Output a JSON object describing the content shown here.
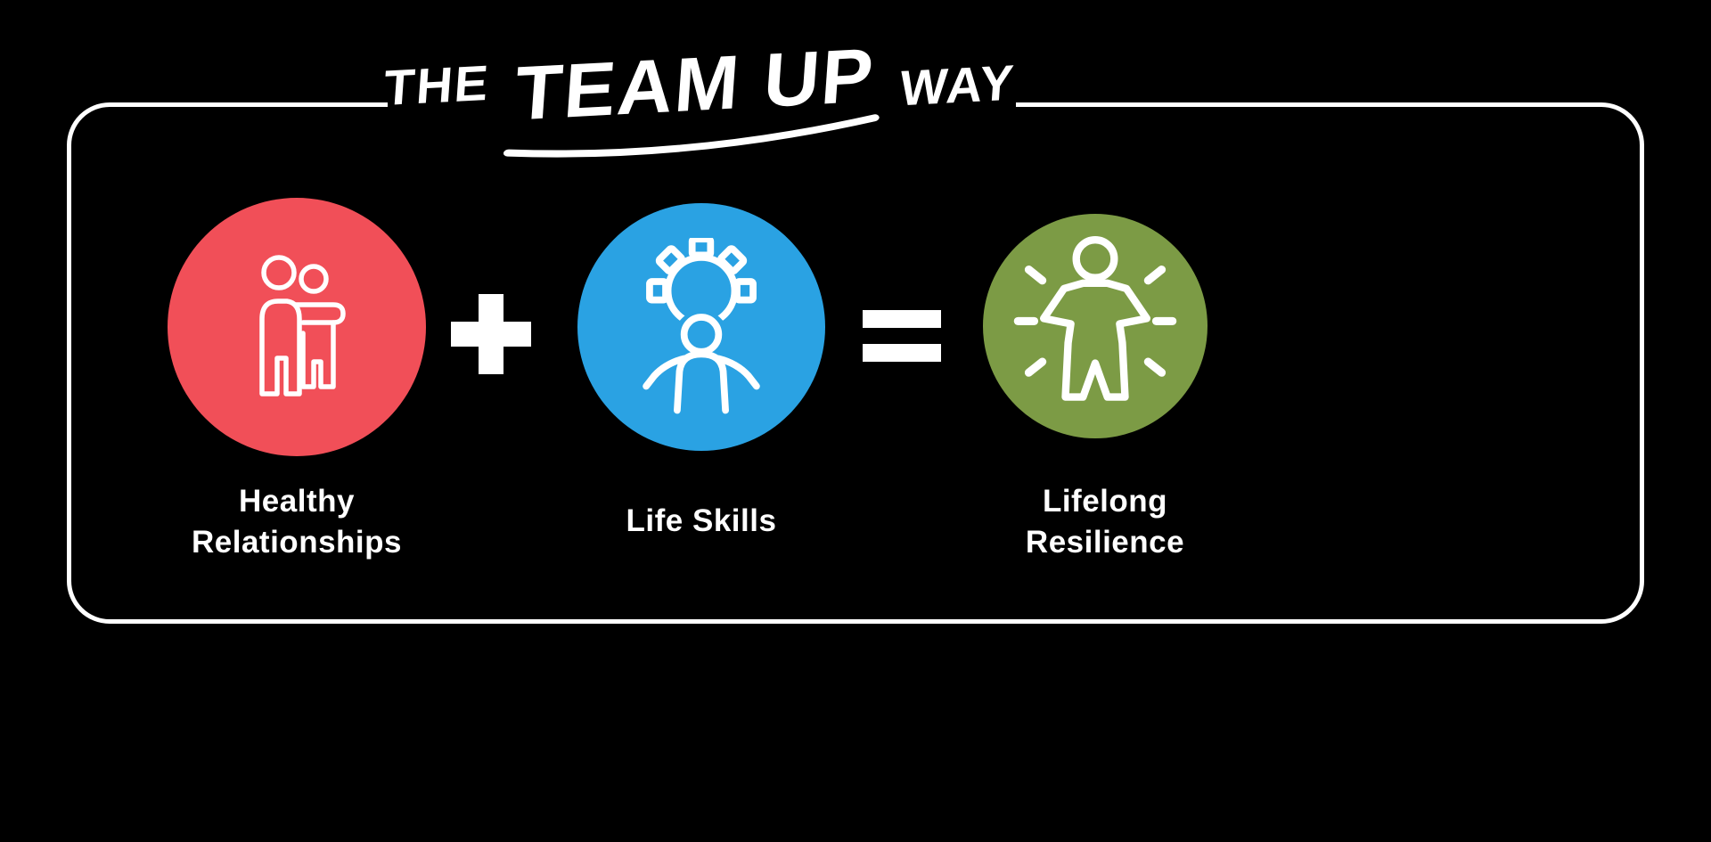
{
  "title": {
    "prefix": "THE",
    "emphasis": "TEAM UP",
    "suffix": "WAY"
  },
  "equation": {
    "plus": "+",
    "equals": "=",
    "items": [
      {
        "label_line1": "Healthy",
        "label_line2": "Relationships",
        "icon": "friends-arm-over-shoulder-icon",
        "color": "#F14F58"
      },
      {
        "label_line1": "Life Skills",
        "label_line2": "",
        "icon": "gear-person-icon",
        "color": "#2AA2E3"
      },
      {
        "label_line1": "Lifelong",
        "label_line2": "Resilience",
        "icon": "confident-person-icon",
        "color": "#7C9B45"
      }
    ]
  },
  "colors": {
    "background": "#000000",
    "frame_border": "#FFFFFF",
    "text": "#FFFFFF",
    "red": "#F14F58",
    "blue": "#2AA2E3",
    "green": "#7C9B45"
  }
}
